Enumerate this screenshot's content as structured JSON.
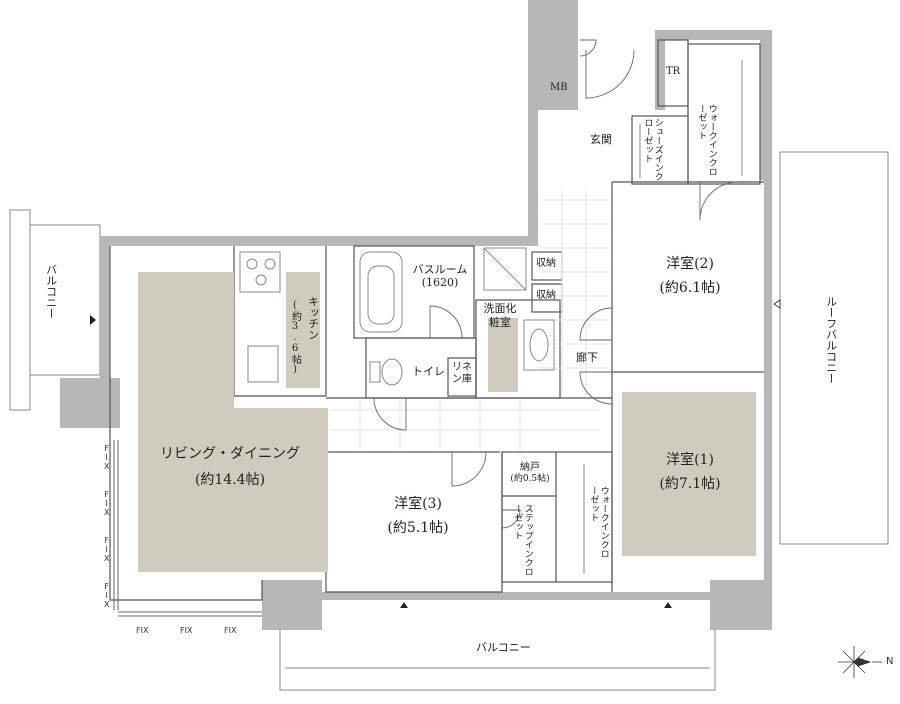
{
  "rooms": {
    "living_dining": {
      "name": "リビング・ダイニング",
      "size": "(約14.4帖)"
    },
    "kitchen": {
      "name": "キッチン",
      "size": "(約3.6帖)"
    },
    "bathroom": {
      "name": "バスルーム",
      "size": "(1620)"
    },
    "powder_room": {
      "name": "洗面化粧室"
    },
    "toilet": {
      "name": "トイレ"
    },
    "linen": {
      "name": "リネン庫"
    },
    "storage_1": {
      "name": "収納"
    },
    "storage_2": {
      "name": "収納"
    },
    "hallway": {
      "name": "廊下"
    },
    "entrance": {
      "name": "玄関"
    },
    "mb": {
      "name": "MB"
    },
    "tr": {
      "name": "TR"
    },
    "shoes_closet": {
      "name": "シューズインクローゼット"
    },
    "wic_top": {
      "name": "ウォークインクローゼット"
    },
    "western_room_2": {
      "name": "洋室(2)",
      "size": "(約6.1帖)"
    },
    "western_room_1": {
      "name": "洋室(1)",
      "size": "(約7.1帖)"
    },
    "western_room_3": {
      "name": "洋室(3)",
      "size": "(約5.1帖)"
    },
    "nando": {
      "name": "納戸",
      "size": "(約0.5帖)"
    },
    "step_in_closet": {
      "name": "ステップインクローゼット"
    },
    "wic_bottom": {
      "name": "ウォークインクローゼット"
    }
  },
  "balconies": {
    "left": "バルコニー",
    "bottom": "バルコニー",
    "roof": "ルーフバルコニー"
  },
  "fix_label": "FIX",
  "compass": {
    "label": "N"
  },
  "colors": {
    "wall": "#b7b7b7",
    "wall_dark": "#9c9c9c",
    "floor_accent": "#cfcbbf",
    "balcony_line": "#8a8a8a",
    "fixture": "#888888"
  }
}
